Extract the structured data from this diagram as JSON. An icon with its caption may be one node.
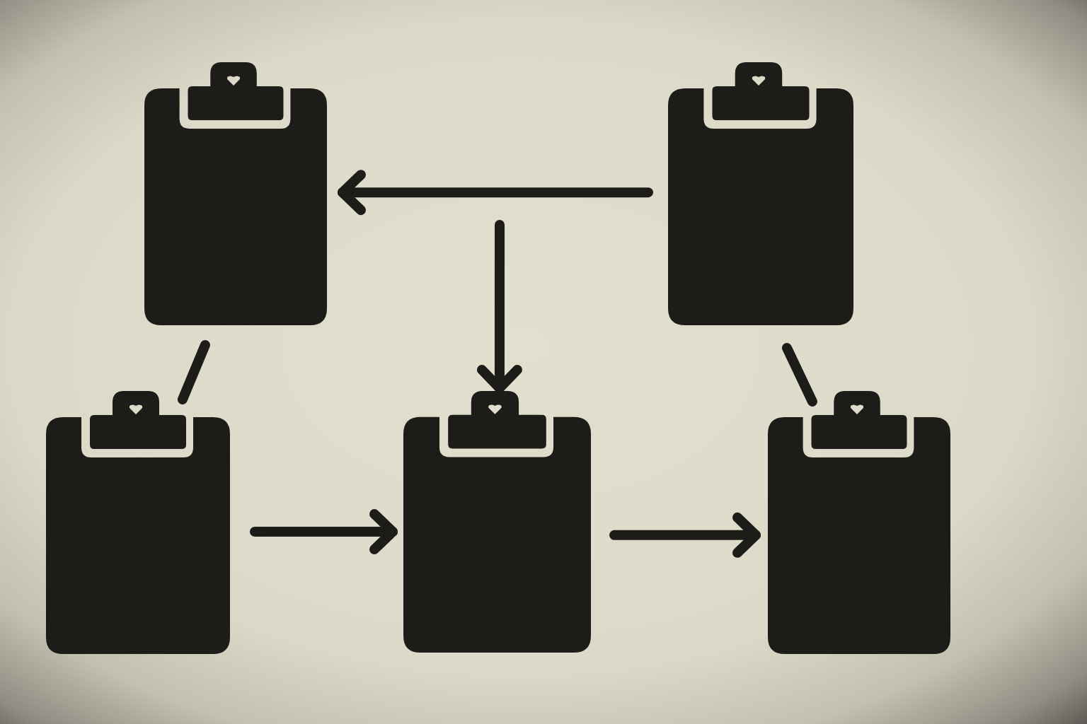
{
  "diagram": {
    "nodes": [
      {
        "text": [],
        "shape": "clipboard"
      },
      {
        "text": [],
        "shape": "clipboard"
      },
      {
        "text": [],
        "shape": "clipboard"
      },
      {
        "text": [],
        "shape": "clipboard"
      },
      {
        "text": [],
        "shape": "clipboard"
      }
    ],
    "edges": [
      {
        "from": 1,
        "to": 0,
        "arrow": "to"
      },
      {
        "from": null,
        "to": 3,
        "arrow": "to"
      },
      {
        "from": 0,
        "to": 2,
        "arrow": "none"
      },
      {
        "from": 1,
        "to": 4,
        "arrow": "none"
      },
      {
        "from": 2,
        "to": 3,
        "arrow": "to"
      },
      {
        "from": 3,
        "to": 4,
        "arrow": "to"
      }
    ]
  }
}
